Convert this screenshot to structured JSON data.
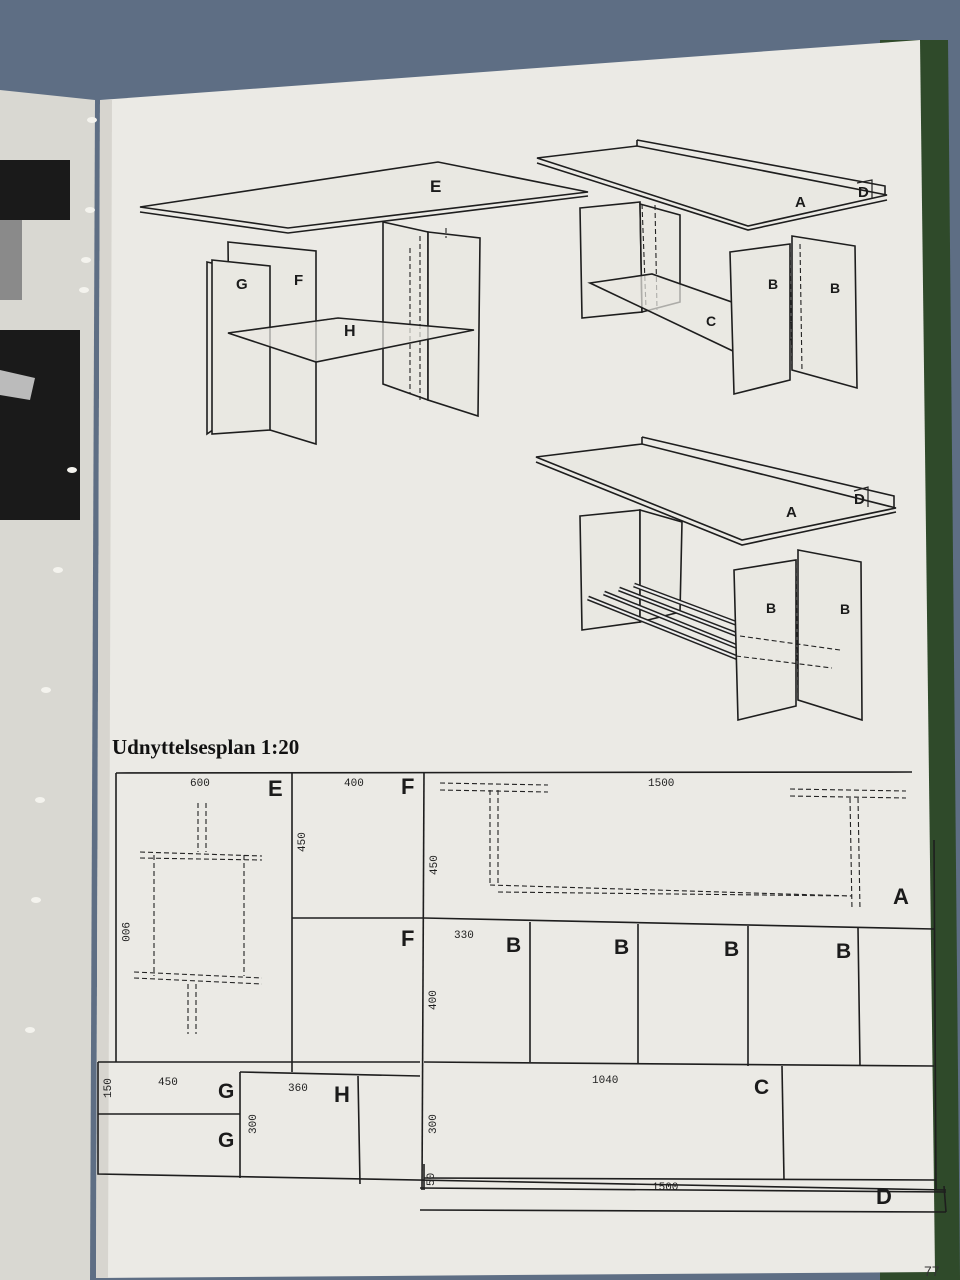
{
  "diagrams": {
    "table": {
      "E": "E",
      "G": "G",
      "F": "F",
      "H": "H"
    },
    "shelf_top": {
      "A": "A",
      "D": "D",
      "B1": "B",
      "B2": "B",
      "C": "C"
    },
    "shelf_bottom": {
      "A": "A",
      "D": "D",
      "B1": "B",
      "B2": "B"
    }
  },
  "plan": {
    "title": "Udnyttelsesplan 1:20",
    "E": {
      "label": "E",
      "width": "600",
      "height": "900"
    },
    "F_top": {
      "label": "F",
      "width": "400",
      "height": "450"
    },
    "F_bottom": {
      "label": "F"
    },
    "A": {
      "label": "A",
      "width": "1500",
      "height": "450"
    },
    "B": {
      "labels": [
        "B",
        "B",
        "B",
        "B"
      ],
      "width": "330",
      "height": "400"
    },
    "G": {
      "labels": [
        "G",
        "G"
      ],
      "width": "450",
      "height": "150"
    },
    "H": {
      "label": "H",
      "width": "360",
      "height": "300"
    },
    "C": {
      "label": "C",
      "width": "1040",
      "height": "300"
    },
    "D": {
      "label": "D",
      "width": "1500",
      "height": "50"
    }
  },
  "page_number": "77"
}
